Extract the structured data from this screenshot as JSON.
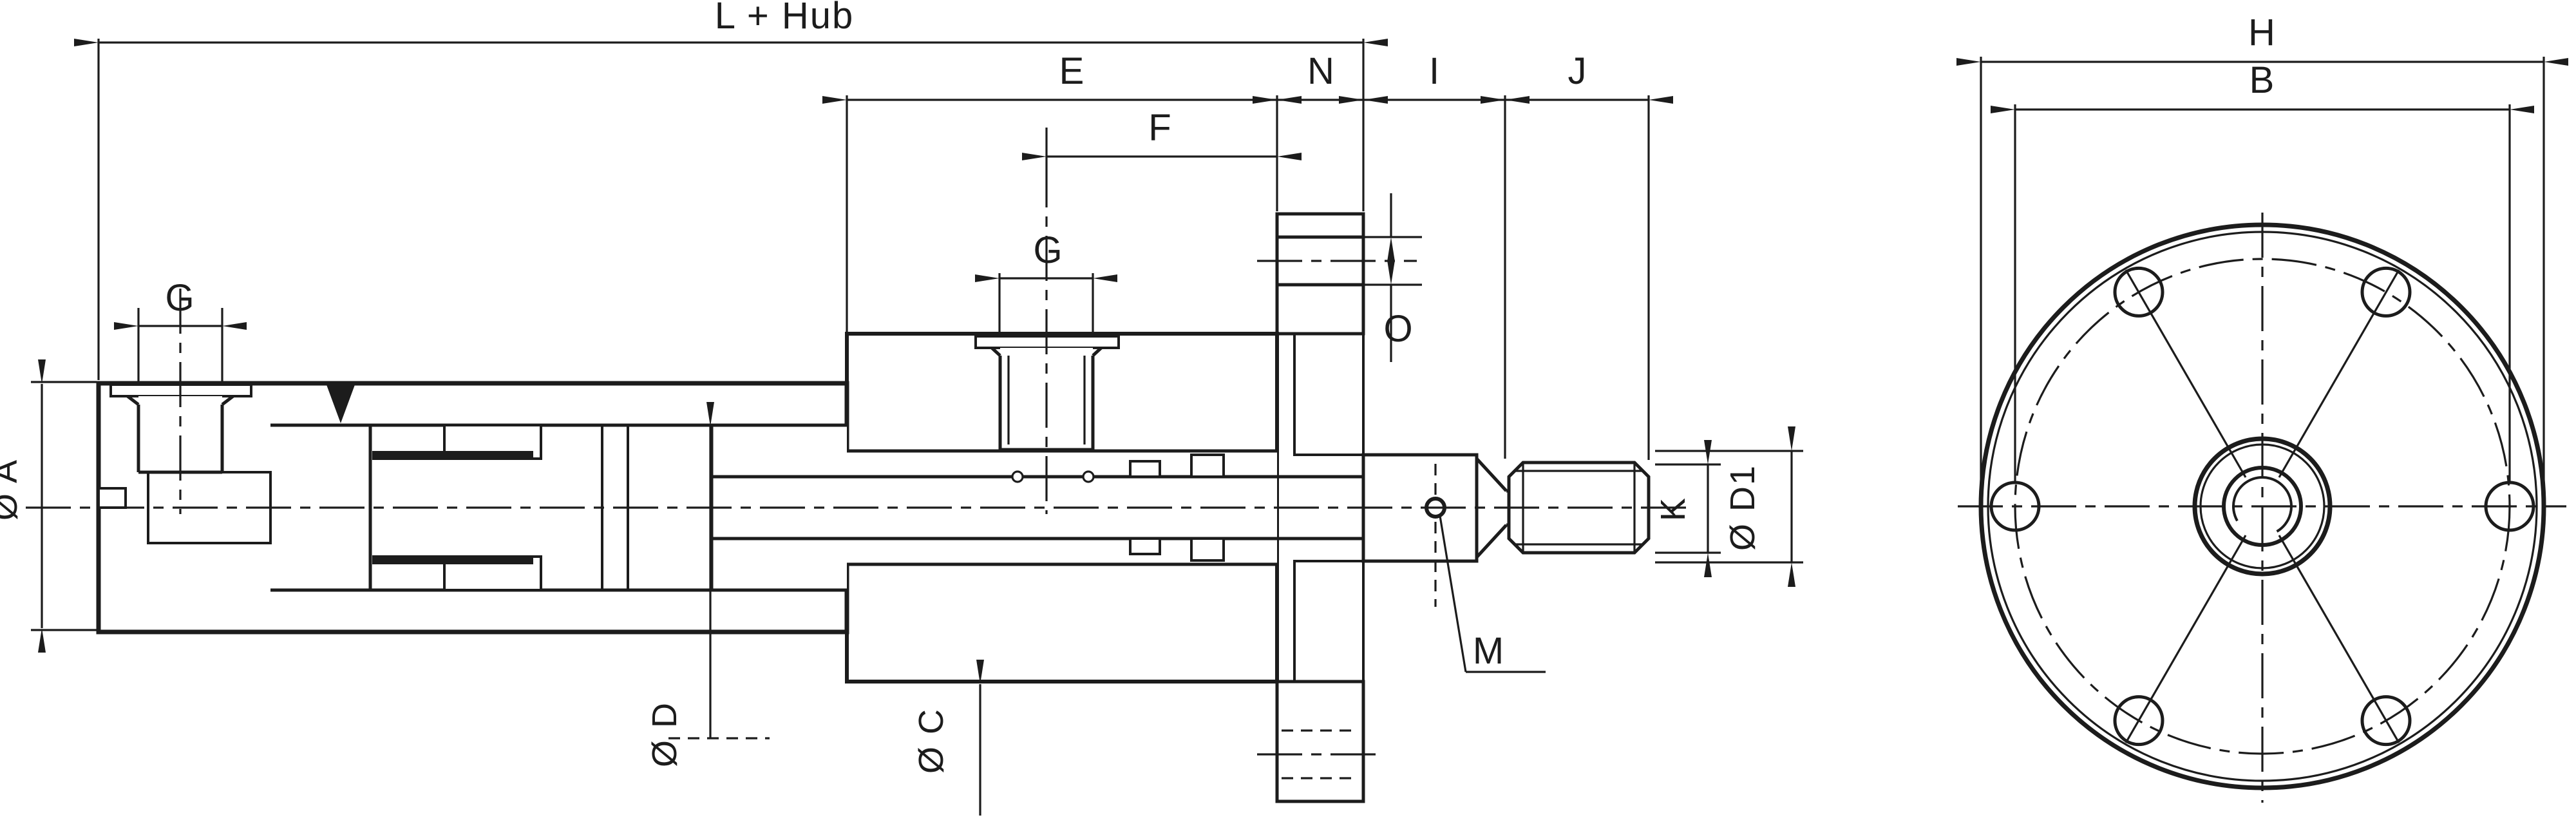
{
  "drawing": {
    "colors": {
      "ink": "#1c1c1c",
      "background": "#ffffff"
    },
    "views": {
      "side_section": "cylinder-longitudinal-section",
      "front_flange": "flange-front-view"
    },
    "labels": {
      "l_hub": "L + Hub",
      "e": "E",
      "f": "F",
      "g_left_port": "G",
      "g_mid_port": "G",
      "n": "N",
      "i": "I",
      "j": "J",
      "o": "O",
      "m": "M",
      "k": "K",
      "h": "H",
      "b": "B",
      "dia_a": "Ø A",
      "dia_d": "Ø D",
      "dia_c": "Ø C",
      "dia_d1": "Ø D1"
    }
  }
}
